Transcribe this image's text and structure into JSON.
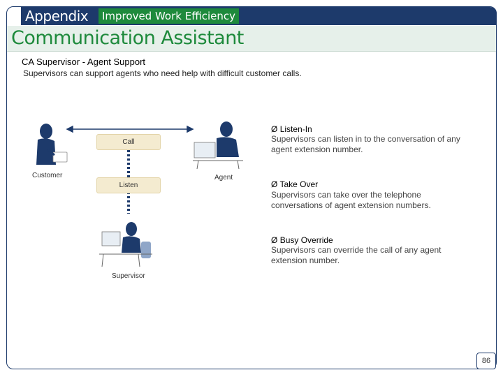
{
  "header": {
    "section": "Appendix",
    "tag": "Improved Work Efficiency",
    "title": "Communication Assistant"
  },
  "content": {
    "subtitle": "CA Supervisor - Agent Support",
    "description": "Supervisors can support agents who need help with difficult customer calls."
  },
  "diagram": {
    "customer_label": "Customer",
    "agent_label": "Agent",
    "supervisor_label": "Supervisor",
    "call_label": "Call",
    "listen_label": "Listen"
  },
  "features": [
    {
      "bullet": "Ø",
      "title": "Listen-In",
      "desc": "Supervisors can listen in to the conversation of any agent extension number."
    },
    {
      "bullet": "Ø",
      "title": "Take Over",
      "desc": "Supervisors can take over the telephone conversations of agent extension numbers."
    },
    {
      "bullet": "Ø",
      "title": "Busy Override",
      "desc": "Supervisors can override the call of any agent extension number."
    }
  ],
  "page_number": "86",
  "colors": {
    "navy": "#1d3a6b",
    "green": "#1e8a3c",
    "title_bg": "#e6f0ea",
    "pill_bg": "#f4ebd0"
  }
}
